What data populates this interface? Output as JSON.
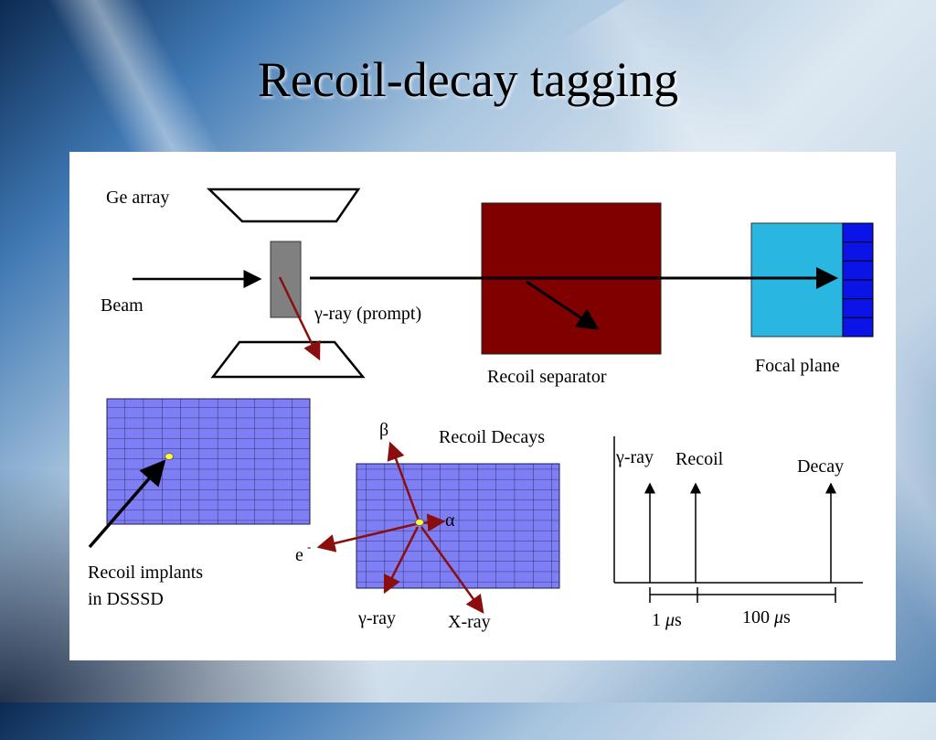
{
  "slide": {
    "title": "Recoil-decay tagging"
  },
  "diagram": {
    "ge_array_label": "Ge array",
    "beam_label": "Beam",
    "gamma_prompt_label": "γ-ray (prompt)",
    "recoil_separator_label": "Recoil separator",
    "focal_plane_label": "Focal plane",
    "recoil_implants_line1": "Recoil implants",
    "recoil_implants_line2": "in DSSSD",
    "recoil_decays_label": "Recoil Decays",
    "beta_label": "β",
    "alpha_label": "α",
    "electron_label": "e",
    "electron_sup": "-",
    "gamma_ray_label": "γ-ray",
    "xray_label": "X-ray",
    "timing": {
      "gamma_label": "γ-ray",
      "recoil_label": "Recoil",
      "decay_label": "Decay",
      "interval1_value": "1 ",
      "interval1_unit": "μ",
      "interval1_suffix": "s",
      "interval2_value": "100 ",
      "interval2_unit": "μ",
      "interval2_suffix": "s"
    },
    "colors": {
      "separator": "#800000",
      "focal_plane": "#29b6e0",
      "focal_grid": "#0a14e6",
      "dsssd": "#7f7ff5",
      "target": "#808080",
      "decay_arrow": "#8b0e0e",
      "implant_point": "#ffff33"
    }
  }
}
